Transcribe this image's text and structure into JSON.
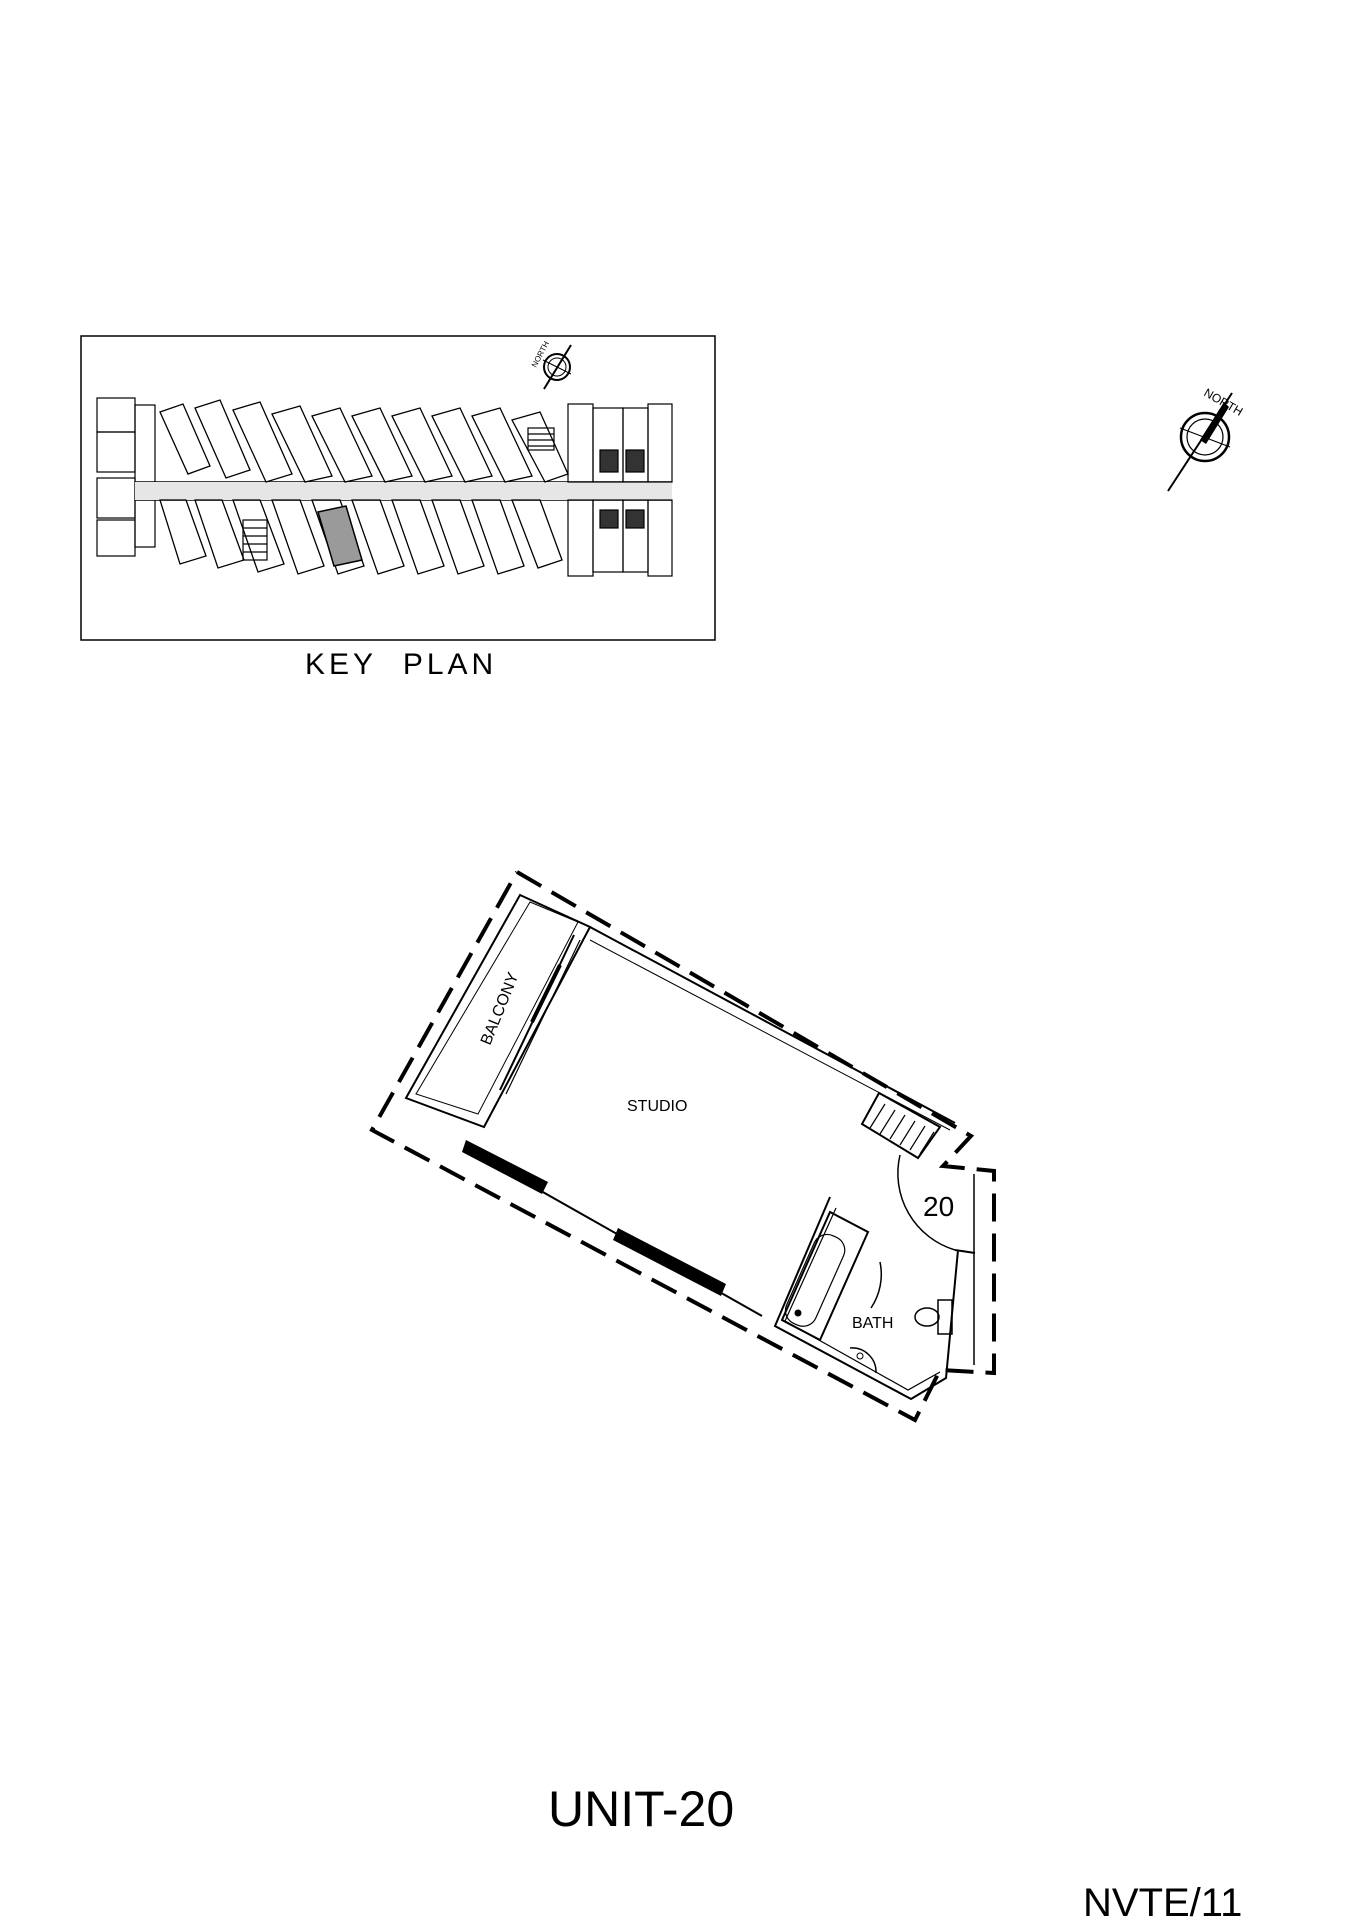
{
  "key_plan": {
    "caption": "KEY PLAN",
    "north_label": "NORTH",
    "highlighted_unit": "20"
  },
  "unit_plan": {
    "north_label": "NORTH",
    "rooms": [
      {
        "id": "balcony",
        "label": "BALCONY"
      },
      {
        "id": "studio",
        "label": "STUDIO"
      },
      {
        "id": "bath",
        "label": "BATH"
      }
    ],
    "unit_number": "20"
  },
  "title_block": {
    "unit_title": "UNIT-20",
    "sheet_code": "NVTE/11"
  }
}
